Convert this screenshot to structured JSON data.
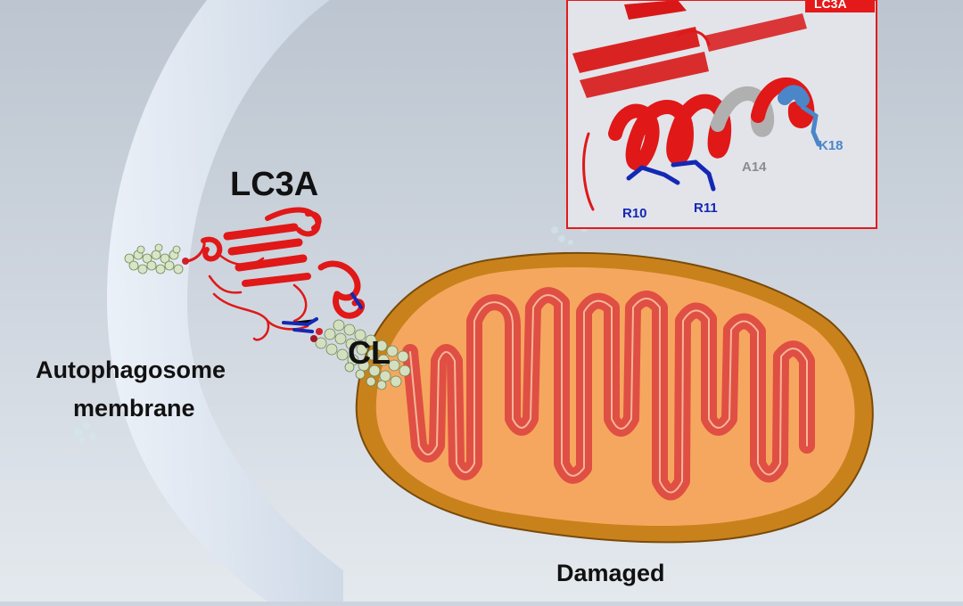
{
  "labels": {
    "lc3a": "LC3A",
    "cl": "CL",
    "autophagosome_line1": "Autophagosome",
    "autophagosome_line2": "membrane",
    "damaged": "Damaged"
  },
  "inset": {
    "tag": "LC3A",
    "residues": {
      "r10": "R10",
      "r11": "R11",
      "a14": "A14",
      "k18": "K18"
    }
  },
  "colors": {
    "protein_red": "#e01818",
    "arginine_blue": "#1428b4",
    "lysine_blue": "#4a86c8",
    "alanine_gray": "#8c8c8c",
    "mito_outer": "#c47c14",
    "mito_inner": "#f5a35c",
    "cristae": "#e8564a",
    "membrane": "#dbe4f0"
  }
}
